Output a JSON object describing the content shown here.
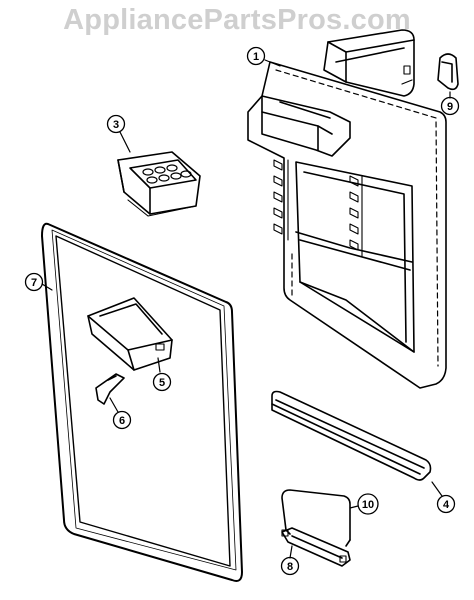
{
  "watermark": "AppliancePartsPros.com",
  "callouts": {
    "c1": "1",
    "c3": "3",
    "c4": "4",
    "c5": "5",
    "c6": "6",
    "c7": "7",
    "c8": "8",
    "c9": "9",
    "c10": "10"
  },
  "colors": {
    "line": "#000000",
    "watermark": "#cfcfcf",
    "background": "#ffffff"
  }
}
